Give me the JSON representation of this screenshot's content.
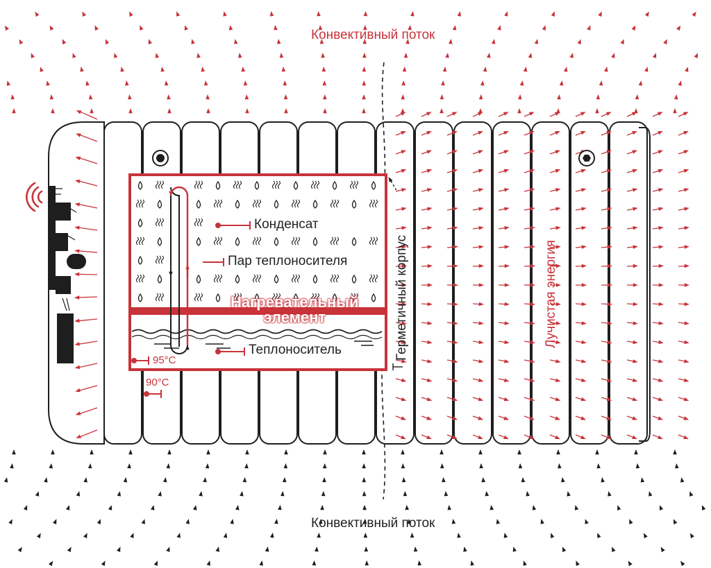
{
  "colors": {
    "accent": "#c8333a",
    "ink": "#1e1e1e",
    "background": "#ffffff"
  },
  "labels": {
    "convective_top": "Конвективный поток",
    "convective_bottom": "Конвективный поток",
    "condensate": "Конденсат",
    "coolant_vapor": "Пар теплоносителя",
    "heating_element_line1": "Нагревательный",
    "heating_element_line2": "элемент",
    "coolant": "Теплоноситель",
    "sealed_housing": "Герметичный корпус",
    "radiant_energy": "Лучистая энергия",
    "temp_high": "95°C",
    "temp_low": "90°C"
  },
  "icons": [
    "wifi-icon",
    "screw-icon",
    "water-drop-icon",
    "vapor-wave-icon",
    "thermometer-marker-icon"
  ]
}
